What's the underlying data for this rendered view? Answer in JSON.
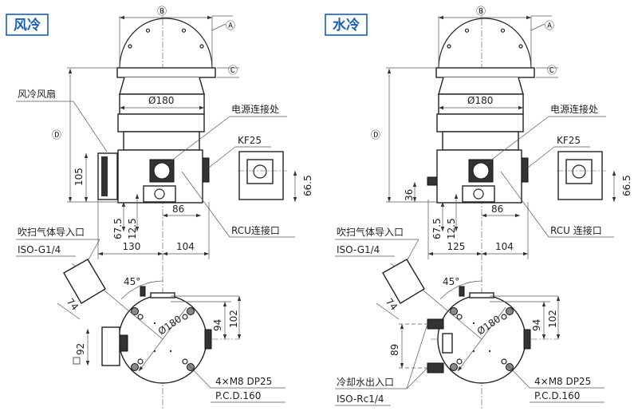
{
  "panels": [
    {
      "title": "风冷",
      "accent": "#1a5fb4",
      "labels": {
        "B": "Ⓑ",
        "A": "Ⓐ",
        "C": "Ⓒ",
        "D": "Ⓓ",
        "flange_dia": "Ø180",
        "power": "电源连接处",
        "kf": "KF25",
        "fan": "风冷风扇",
        "rcu": "RCU连接口",
        "purge": "吹扫气体导入口",
        "purge_thread": "ISO-G1/4",
        "holes": "4×M8 DP25",
        "pcd": "P.C.D.160",
        "angle": "45°",
        "bottom_dia": "Ø180"
      },
      "dims": {
        "h105": "105",
        "h66_5": "66.5",
        "d67_5": "67.5",
        "d12_5": "12.5",
        "d86": "86",
        "left_width": "130",
        "right_width": "104",
        "d74": "74",
        "d94": "94",
        "d102": "102",
        "side": "92"
      }
    },
    {
      "title": "水冷",
      "accent": "#1a5fb4",
      "labels": {
        "B": "Ⓑ",
        "A": "Ⓐ",
        "C": "Ⓒ",
        "D": "Ⓓ",
        "flange_dia": "Ø180",
        "power": "电源连接处",
        "kf": "KF25",
        "rcu": "RCU 连接口",
        "purge": "吹扫气体导入口",
        "purge_thread": "ISO-G1/4",
        "water": "冷却水出入口",
        "water_thread": "ISO-Rc1/4",
        "holes": "4×M8 DP25",
        "pcd": "P.C.D.160",
        "angle": "45°",
        "bottom_dia": "Ø180"
      },
      "dims": {
        "h36": "36",
        "h66_5": "66.5",
        "d67_5": "67.5",
        "d12_5": "12.5",
        "d86": "86",
        "left_width": "125",
        "right_width": "104",
        "d74": "74",
        "d94": "94",
        "d102": "102",
        "side": "89"
      }
    }
  ]
}
